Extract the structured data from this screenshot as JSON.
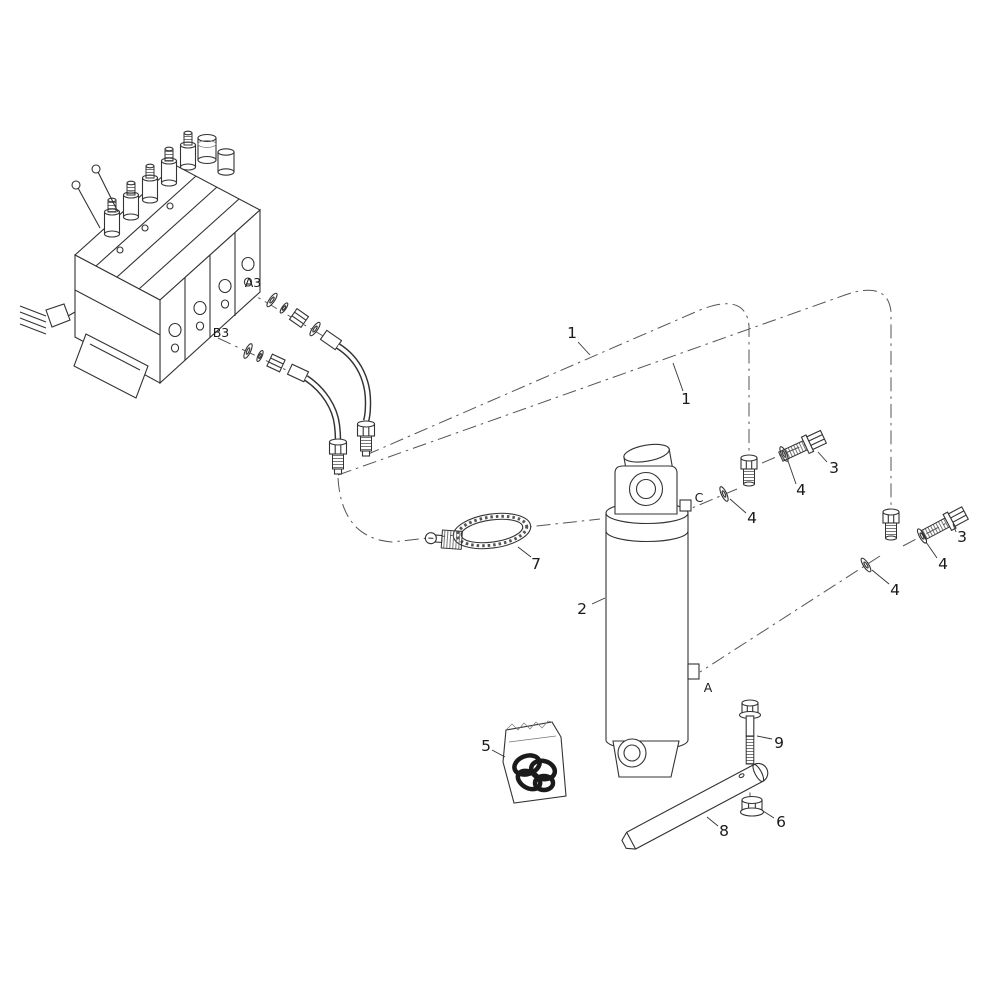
{
  "diagram": {
    "callouts": {
      "hose_upper": "1",
      "hose_lower": "1",
      "cylinder": "2",
      "bolt_upper": "3",
      "bolt_lower": "3",
      "washer_a": "4",
      "washer_b": "4",
      "washer_c": "4",
      "washer_d": "4",
      "seal_kit": "5",
      "nut": "6",
      "clamp": "7",
      "pin": "8",
      "pin_bolt": "9"
    },
    "ports": {
      "a3": "A3",
      "b3": "B3",
      "c": "C",
      "a": "A"
    },
    "colors": {
      "ink": "#2b2b2b",
      "background": "#ffffff"
    }
  }
}
